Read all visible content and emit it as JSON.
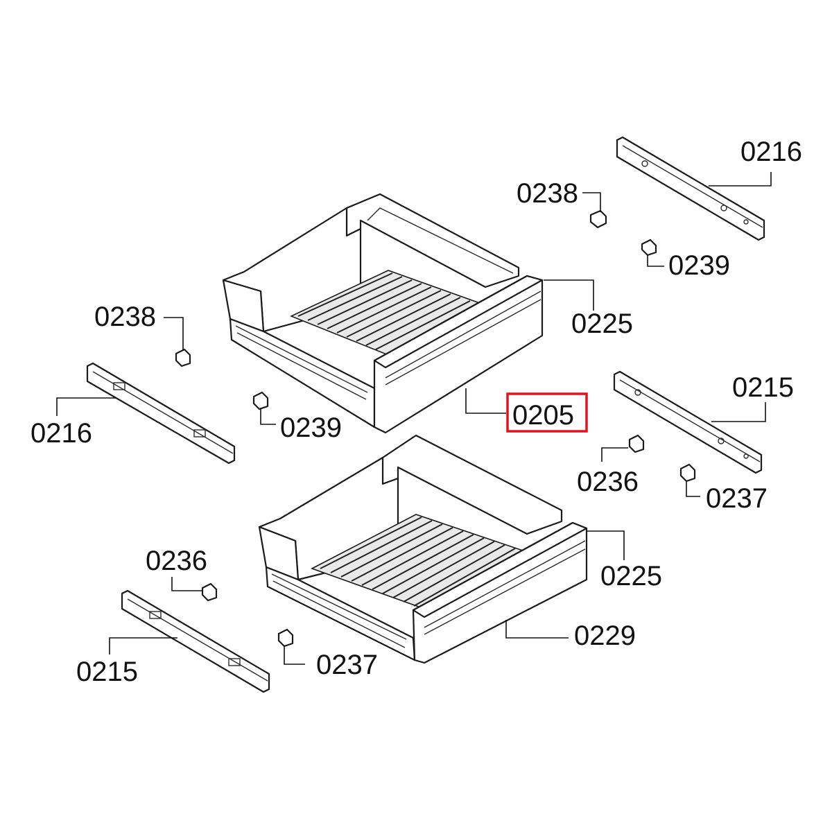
{
  "labels": {
    "rail_top_right": "0216",
    "clip_top_238": "0238",
    "clip_top_239": "0239",
    "drawer_upper_cover": "0225",
    "clip_left_238": "0238",
    "rail_left_upper": "0216",
    "clip_mid_239": "0239",
    "drawer_upper": "0205",
    "rail_right_lower": "0215",
    "clip_right_236": "0236",
    "clip_right_237": "0237",
    "drawer_lower_cover": "0225",
    "clip_left_236": "0236",
    "drawer_lower": "0229",
    "rail_left_lower": "0215",
    "clip_bottom_237": "0237"
  },
  "highlight": {
    "part_number": "0205",
    "color": "#e0141e"
  }
}
